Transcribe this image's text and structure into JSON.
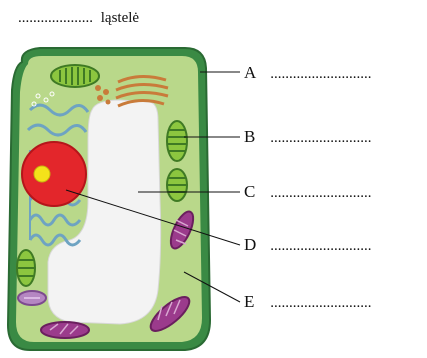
{
  "heading": {
    "blank": "....................",
    "word": "ląstelė"
  },
  "labels": [
    {
      "letter": "A",
      "blank": "..........................."
    },
    {
      "letter": "B",
      "blank": "..........................."
    },
    {
      "letter": "C",
      "blank": "..........................."
    },
    {
      "letter": "D",
      "blank": "..........................."
    },
    {
      "letter": "E",
      "blank": "..........................."
    }
  ],
  "colors": {
    "cell_wall": "#2f7d3a",
    "cytoplasm": "#b9d88a",
    "vacuole": "#f4f4f4",
    "nucleus": "#e3262b",
    "nucleolus": "#f4e21a",
    "chloroplast": "#8cc63f",
    "mitochondrion": "#9b3b8c",
    "er": "#7fb0c8",
    "golgi": "#c97b3a"
  }
}
